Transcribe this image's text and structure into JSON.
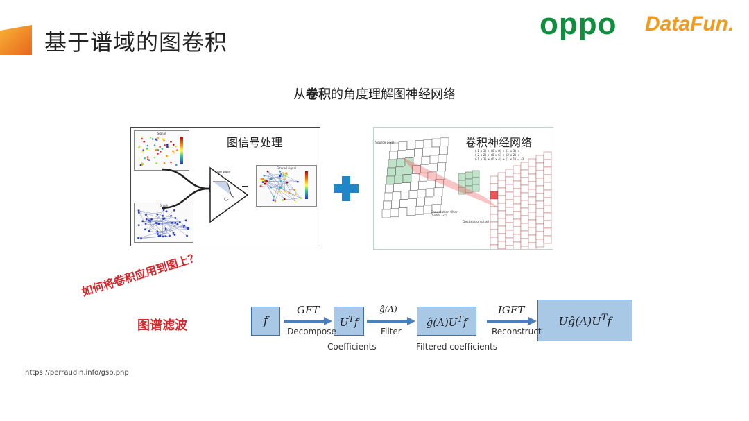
{
  "header": {
    "title": "基于谱域的图卷积",
    "brand_left": "oppo",
    "brand_right": "DataFun."
  },
  "subtitle": {
    "prefix": "从",
    "bold": "卷积",
    "suffix": "的角度理解图神经网络"
  },
  "left_panel": {
    "heading": "图信号处理",
    "top_thumb_label": "Signal",
    "bottom_thumb_label": "Graph",
    "filter_label": "Low Pass",
    "filter_sub": "f_c",
    "output_label": "Filtered signal"
  },
  "right_panel": {
    "heading": "卷积神经网络",
    "source_label": "Source pixel",
    "filter_label": "Convolution filter (Sobel Gx)",
    "dest_label": "Destination pixel",
    "formula_lines": [
      "(-1 x 3) + (0 x 0) + (1 x 3) +",
      "(-2 x 2) + (0 x 6) + (2 x 2) +",
      "(-1 x 2) + (0 x 4) + (1 x 1) = -3"
    ]
  },
  "question": "如何将卷积应用到图上？",
  "spectral_label": "图谱滤波",
  "pipeline": {
    "boxes": [
      "f",
      "U<sup>T</sup>f",
      "ĝ(Λ)U<sup>T</sup>f",
      "Uĝ(Λ)U<sup>T</sup>f"
    ],
    "arrows_top": [
      "GFT",
      "ĝ(Λ)",
      "IGFT"
    ],
    "arrows_bottom": [
      "Decompose",
      "Filter",
      "Reconstruct"
    ],
    "captions": [
      "Coefficients",
      "Filtered coefficients"
    ]
  },
  "source_url": "https://perraudin.info/gsp.php",
  "colors": {
    "accent_red": "#d8262b",
    "oppo_green": "#0f8f3e",
    "datafun_orange": "#f39a1a",
    "box_fill": "#a9c8e6",
    "box_border": "#3d6fa8",
    "arrow_blue": "#4a7fc1",
    "plus_blue": "#1f87c8"
  }
}
